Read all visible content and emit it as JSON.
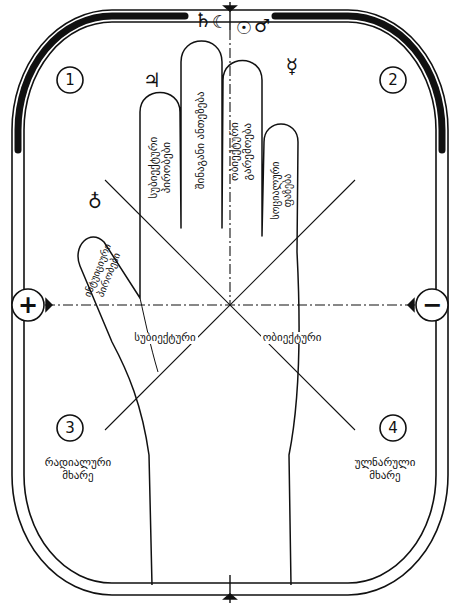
{
  "diagram": {
    "nodes": [
      {
        "text": [
          "1"
        ]
      },
      {
        "text": [
          "2"
        ]
      },
      {
        "text": [
          "+"
        ]
      },
      {
        "text": [
          "−"
        ]
      },
      {
        "text": [
          "3"
        ]
      },
      {
        "text": [
          "4"
        ]
      }
    ],
    "edges": [
      {
        "from": 2,
        "to": 3,
        "arrow": "none"
      }
    ],
    "labels": [
      "♃",
      "♄",
      "☾",
      "☉",
      "♂",
      "☿",
      "♁",
      "სუბიექტური პირობები",
      "შინაგანი ანთეზება",
      "ობიექტური გარემოება",
      "სოციალური ფაზება",
      "ინტუიციური პირობები",
      "სუბიექტური",
      "ობიექტური",
      "რადიალური მხარე",
      "ულნარული მხარე"
    ]
  }
}
